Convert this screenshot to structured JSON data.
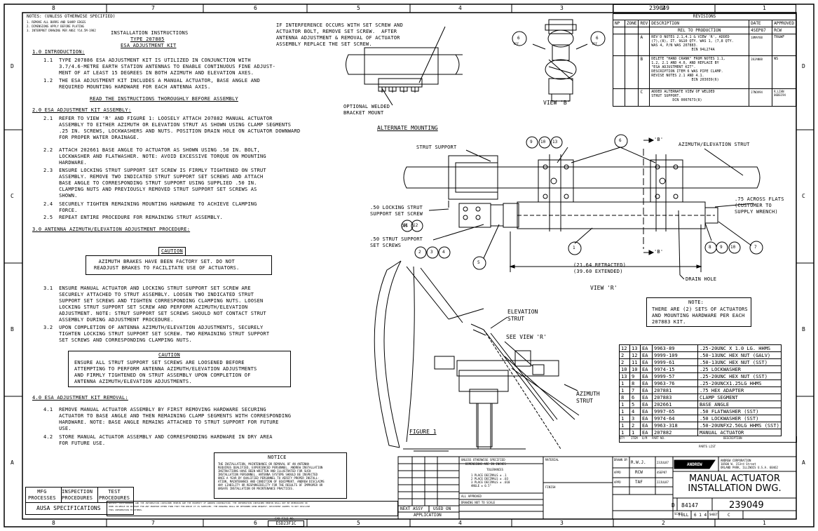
{
  "border": {
    "cols": [
      "8",
      "7",
      "6",
      "5",
      "4",
      "3",
      "2",
      "1"
    ],
    "rows": [
      "D",
      "C",
      "B",
      "A"
    ]
  },
  "notes_header": "NOTES: (UNLESS OTHERWISE SPECIFIED)",
  "notes_small": [
    "1. REMOVE ALL BURRS AND SHARP EDGES",
    "2. DIMENSIONS APPLY BEFORE PLATING",
    "3. INTERPRET DRAWING PER ANSI Y14.5M-1982"
  ],
  "instructions": {
    "title1": "INSTALLATION INSTRUCTIONS",
    "title2": "TYPE 207885",
    "title3": "ESA ADJUSTMENT KIT",
    "s1": "1.0 INTRODUCTION:",
    "p11": "1.1  TYPE 207886 ESA ADJUSTMENT KIT IS UTILIZED IN CONJUNCTION WITH\n     3.7/4.6-METRE EARTH STATION ANTENNAS TO ENABLE CONTINUOUS FINE ADJUST-\n     MENT OF AT LEAST 15 DEGREES IN BOTH AZIMUTH AND ELEVATION AXES.",
    "p12": "1.2  THE ESA ADJUSTMENT KIT INCLUDES A MANUAL ACTUATOR, BASE ANGLE AND\n     REQUIRED MOUNTING HARDWARE FOR EACH ANTENNA AXIS.",
    "read": "READ THE INSTRUCTIONS THOROUGHLY BEFORE ASSEMBLY",
    "s2": "2.0 ESA ADJUSTMENT KIT ASSEMBLY:",
    "p21": "2.1  REFER TO VIEW 'R' AND FIGURE 1: LOOSELY ATTACH 207882 MANUAL ACTUATOR\n     ASSEMBLY TO EITHER AZIMUTH OR ELEVATION STRUT AS SHOWN USING CLAMP SEGMENTS\n     .25 IN. SCREWS, LOCKWASHERS AND NUTS. POSITION DRAIN HOLE ON ACTUATOR DOWNWARD\n     FOR PROPER WATER DRAINAGE.",
    "p22": "2.2  ATTACH 202661 BASE ANGLE TO ACTUATOR AS SHOWN USING .50 IN. BOLT,\n     LOCKWASHER AND FLATWASHER. NOTE: AVOID EXCESSIVE TORQUE ON MOUNTING\n     HARDWARE.",
    "p23": "2.3  ENSURE LOCKING STRUT SUPPORT SET SCREW IS FIRMLY TIGHTENED ON STRUT\n     ASSEMBLY. REMOVE TWO INDICATED STRUT SUPPORT SET SCREWS AND ATTACH\n     BASE ANGLE TO CORRESPONDING STRUT SUPPORT USING SUPPLIED .50 IN.\n     CLAMPING NUTS AND PREVIOUSLY REMOVED STRUT SUPPORT SET SCREWS AS\n     SHOWN.",
    "p24": "2.4  SECURELY TIGHTEN REMAINING MOUNTING HARDWARE TO ACHIEVE CLAMPING\n     FORCE.",
    "p25": "2.5  REPEAT ENTIRE PROCEDURE FOR REMAINING STRUT ASSEMBLY.",
    "s3": "3.0 ANTENNA AZIMUTH/ELEVATION ADJUSTMENT PROCEDURE:",
    "caution1_title": "CAUTION",
    "caution1": "AZIMUTH BRAKES HAVE BEEN FACTORY SET. DO NOT\nREADJUST BRAKES TO FACILITATE USE OF ACTUATORS.",
    "p31": "3.1  ENSURE MANUAL ACTUATOR AND LOCKING STRUT SUPPORT SET SCREW ARE\n     SECURELY ATTACHED TO STRUT ASSEMBLY. LOOSEN TWO INDICATED STRUT\n     SUPPORT SET SCREWS AND TIGHTEN CORRESPONDING CLAMPING NUTS. LOOSEN\n     LOCKING STRUT SUPPORT SET SCREW AND PERFORM AZIMUTH/ELEVATION\n     ADJUSTMENT. NOTE: STRUT SUPPORT SET SCREWS SHOULD NOT CONTACT STRUT\n     ASSEMBLY DURING ADJUSTMENT PROCEDURE.",
    "p32": "3.2  UPON COMPLETION OF ANTENNA AZIMUTH/ELEVATION ADJUSTMENTS, SECURELY\n     TIGHTEN LOCKING STRUT SUPPORT SET SCREW. TWO REMAINING STRUT SUPPORT\n     SET SCREWS AND CORRESPONDING CLAMPING NUTS.",
    "caution2_title": "CAUTION",
    "caution2": "ENSURE ALL STRUT SUPPORT SET SCREWS ARE LOOSENED BEFORE\nATTEMPTING TO PERFORM ANTENNA AZIMUTH/ELEVATION ADJUSTMENTS\nAND FIRMLY TIGHTENED ON STRUT ASSEMBLY UPON COMPLETION OF\nANTENNA AZIMUTH/ELEVATION ADJUSTMENTS.",
    "s4": "4.0 ESA ADJUSTMENT KIT REMOVAL:",
    "p41": "4.1  REMOVE MANUAL ACTUATOR ASSEMBLY BY FIRST REMOVING HARDWARE SECURING\n     ACTUATOR TO BASE ANGLE AND THEN REMAINING CLAMP SEGMENTS WITH CORRESPONDING\n     HARDWARE. NOTE: BASE ANGLE REMAINS ATTACHED TO STRUT SUPPORT FOR FUTURE\n     USE.",
    "p42": "4.2  STORE MANUAL ACTUATOR ASSEMBLY AND CORRESPONDING HARDWARE IN DRY AREA\n     FOR FUTURE USE."
  },
  "interference_note": "IF INTERFERENCE OCCURS WITH SET SCREW AND\nACTUATOR BOLT, REMOVE SET SCREW.  AFTER\nANTENNA ADJUSTMENT & REMOVAL OF ACTUATOR\nASSEMBLY REPLACE THE SET SCREW.",
  "drawing_labels": {
    "optional_bracket": "OPTIONAL WELDED\nBRACKET MOUNT",
    "view_b": "VIEW 'B'",
    "alternate": "ALTERNATE MOUNTING",
    "strut_support": "STRUT SUPPORT",
    "az_el_strut": "AZIMUTH/ELEVATION STRUT",
    "locking": ".50 LOCKING STRUT\nSUPPORT SET SCREW",
    "strut_set": ".50 STRUT SUPPORT\nSET SCREWS",
    "across_flats": ".75 ACROSS FLATS\n(CUSTOMER TO\nSUPPLY WRENCH)",
    "retracted": "(21.64 RETRACTED)",
    "extended": "(39.60 EXTENDED)",
    "drain": "DRAIN HOLE",
    "view_r": "VIEW 'R'",
    "b_mark": "'B'",
    "or": "OR",
    "elevation": "ELEVATION\nSTRUT",
    "see_view": "SEE VIEW 'R'",
    "azimuth": "AZIMUTH\nSTRUT",
    "figure": "FIGURE 1",
    "ref": "REF",
    "balloons": {
      "b6": "6",
      "b9": "9",
      "b10": "10",
      "b13": "13",
      "b11": "11",
      "b12": "12",
      "b2": "2",
      "b3": "3",
      "b4": "4",
      "b5": "5",
      "b1": "1",
      "b8": "8",
      "b7": "7"
    }
  },
  "note_box": {
    "title": "NOTE:",
    "text": "THERE ARE (2) SETS OF ACTUATORS\nAND MOUNTING HARDWARE PER EACH\n207883 KIT."
  },
  "revisions": {
    "dwg_top": "239049",
    "title": "REVISIONS",
    "headers": [
      "NP",
      "ZONE",
      "REV",
      "DESCRIPTION",
      "DATE",
      "APPROVED"
    ],
    "rows": [
      {
        "rev": "",
        "desc": "REL TO PRODUCTION",
        "date": "4SEP87",
        "appr": "RCW"
      },
      {
        "rev": "A",
        "desc": "REV'D NOTES 2.1,4.1 & VIEW 'R', ADDED\n(7),(8), IT. 9&10 QTY. WAS 1, (7,8 QTY.\nWAS 4, P/N WAS 207883.\n                   ECN 94L274A",
        "date": "18MAY88",
        "appr": "TR&WF"
      },
      {
        "rev": "B",
        "desc": "DELETE \"HAND CRANK\" FROM NOTES 1.1,\n1.2, 2.1 AND 4.0, AND REPLACE BY\n\"ESA ADJUSTMENT KIT\".\nDESCRIPTION ITEM 6 WAS PIPE CLAMP.\nREVISE NOTES 2.1 AND 4.1.\n                   ECN 203039(6)",
        "date": "28JAN88",
        "appr": "WS"
      },
      {
        "rev": "C",
        "desc": "ADDED ALTERNATE VIEW OF WELDED\nSTRUT SUPPORT.\n          DCN 0007673(8)",
        "date": "27NOV94",
        "appr": "R.LIAN\n06DEC94"
      }
    ]
  },
  "parts_list": {
    "rows": [
      [
        "12",
        "13",
        "EA",
        "9963-89",
        ".25-20UNC X 1.0 LG. HHMS"
      ],
      [
        "2",
        "12",
        "EA",
        "9999-109",
        ".50-13UNC HEX NUT (GALV)"
      ],
      [
        "2",
        "11",
        "EA",
        "9999-61",
        ".50-13UNC HEX NUT (SST)"
      ],
      [
        "10",
        "10",
        "EA",
        "9974-15",
        ".25 LOCKWASHER"
      ],
      [
        "13",
        "9",
        "EA",
        "9999-57",
        ".25-20UNC HEX NUT (SST)"
      ],
      [
        "1",
        "8",
        "EA",
        "9963-76",
        ".25-20UNCX1.25LG HHMS"
      ],
      [
        "1",
        "7",
        "EA",
        "207881",
        ".75 HEX ADAPTER"
      ],
      [
        "8",
        "6",
        "EA",
        "207883",
        "CLAMP SEGMENT"
      ],
      [
        "1",
        "5",
        "EA",
        "202661",
        "BASE ANGLE"
      ],
      [
        "1",
        "4",
        "EA",
        "9997-65",
        ".50 FLATWASHER (SST)"
      ],
      [
        "1",
        "3",
        "EA",
        "9974-64",
        ".50 LOCKWASHER (SST)"
      ],
      [
        "1",
        "2",
        "EA",
        "9963-318",
        ".50-20UNFX2.50LG HHMS (SST)"
      ],
      [
        "1",
        "1",
        "EA",
        "207882",
        "MANUAL ACTUATOR"
      ]
    ],
    "footer_labels": [
      "QTY",
      "ITEM",
      "U/M",
      "PART NO.",
      "DESCRIPTION"
    ],
    "caption": "PARTS LIST"
  },
  "notice": {
    "title": "NOTICE",
    "text": "THE INSTALLATION, MAINTENANCE OR REMOVAL OF AN ANTENNA\nREQUIRES QUALIFIED, EXPERIENCED PERSONNEL. ANDREW INSTALLATION\nINSTRUCTIONS HAVE BEEN WRITTEN AND ILLUSTRATED FOR SUCH\nINSTALLATION PERSONNEL. ANTENNA SYSTEMS SHOULD BE INSPECTED\nONCE A YEAR BY QUALIFIED PERSONNEL TO VERIFY PROPER INSTALL-\nATION, MAINTENANCE AND CONDITION OF EQUIPMENT. ANDREW DISCLAIMS\nANY LIABILITY OR RESPONSIBILITY FOR THE RESULTS OF IMPROPER OR\nUNSAFE INSTALLATION OR MAINTENANCE PRACTICES."
  },
  "proprietary": "NOTICE: THIS DRAWING AND THE INFORMATION CONTAINED HEREIN ARE THE PROPERTY OF ANDREW CORPORATION. THE INFORMATION CONTAINED HEREIN SHALL NOT BE REPRODUCED OR\nUSED IN WHOLE OR IN PART FOR ANY PURPOSE OTHER THAN THAT FOR WHICH IT IS SUPPLIED. THE DRAWING SHALL BE RETURNED UPON REQUEST. RECIPIENT AGREES TO NOT DISCLOSE\nTHIS INFORMATION TO OTHERS.",
  "cad_file": {
    "label": "CAD FILE NO.",
    "value": "ESD23F1C"
  },
  "specs": {
    "mfg": "MFG\nPROCESSES",
    "inspection": "INSPECTION\nPROCEDURES",
    "test": "TEST\nPROCEDURES",
    "ausa": "AUSA SPECIFICATIONS"
  },
  "application": {
    "next": "NEXT ASSY",
    "used": "USED ON",
    "label": "APPLICATION"
  },
  "tolerances": {
    "h1": "UNLESS OTHERWISE SPECIFIED",
    "h2": "DIMENSIONS ARE IN INCHES",
    "title": "TOLERANCES",
    "lines": "1 PLACE DECIMALS ± .1\n2 PLACE DECIMALS ± .03\n3 PLACE DECIMALS ± .010\nANGLE ± 0.5°",
    "f1": "ALL APPROVED",
    "f2": "DRAWING NOT TO SCALE"
  },
  "material": "MATERIAL",
  "finish": "FINISH",
  "title_block": {
    "drawn_label": "DRAWN BY",
    "drawn": "R.W.J.",
    "drawn_date": "23JUL87",
    "chk_label": "APPD",
    "chk": "RCW",
    "chk_date": "4SEP87",
    "appd_label": "APPD",
    "appd": "TAF",
    "appd_date": "22JUL87",
    "company": "ANDREW",
    "company_addr": "ANDREW CORPORATION\n10500 W. 153rd Street\nORLAND PARK, ILLINOIS U.S.A. 60462",
    "title": "MANUAL ACTUATOR\nINSTALLATION DWG.",
    "size": "D",
    "cage": "84147",
    "dwg_no": "239049",
    "scale_label": "SCALE",
    "scale": "FULL",
    "sheet": "6 1 4",
    "rev_box": "C",
    "rev_label": "SHEET"
  }
}
